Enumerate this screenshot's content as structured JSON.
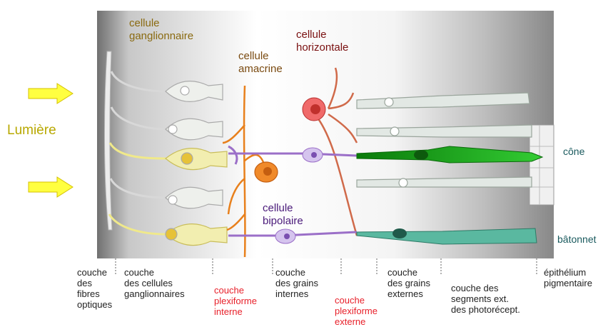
{
  "light_label": "Lumière",
  "cell_labels": {
    "ganglion": "cellule\nganglionnaire",
    "amacrine": "cellule\namacrine",
    "horizontal": "cellule\nhorizontale",
    "bipolar": "cellule\nbipolaire"
  },
  "photoreceptors": {
    "cone": "cône",
    "rod": "bâtonnet"
  },
  "layers": [
    {
      "text": "couche\ndes\nfibres\noptiques",
      "highlight": false
    },
    {
      "text": "couche\ndes cellules\nganglionnaires",
      "highlight": false
    },
    {
      "text": "couche\nplexiforme\ninterne",
      "highlight": true
    },
    {
      "text": "couche\ndes grains\ninternes",
      "highlight": false
    },
    {
      "text": "couche\nplexiforme\nexterne",
      "highlight": true
    },
    {
      "text": "couche\ndes grains\nexternes",
      "highlight": false
    },
    {
      "text": "couche des\nsegments ext.\ndes photorécept.",
      "highlight": false
    },
    {
      "text": "épithélium\npigmentaire",
      "highlight": false
    }
  ],
  "colors": {
    "ganglion_fill": "#f2eeb0",
    "axon": "#f0e98a",
    "amacrine": "#e8801c",
    "horizontal": "#c0302c",
    "bipolar": "#9b6fc8",
    "cone": "#169a16",
    "rod": "#3c9a82",
    "grey_cell": "#eef0ec",
    "layer_red": "#e8202a"
  }
}
